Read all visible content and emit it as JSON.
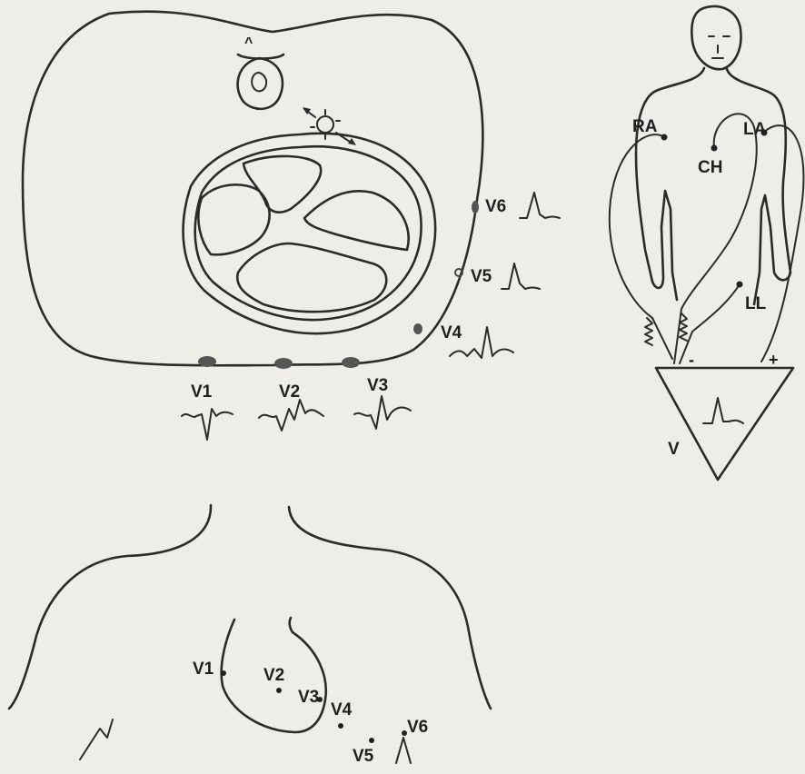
{
  "cross_section": {
    "labels": {
      "v1": "V1",
      "v2": "V2",
      "v3": "V3",
      "v4": "V4",
      "v5": "V5",
      "v6": "V6"
    }
  },
  "chest": {
    "labels": {
      "v1": "V1",
      "v2": "V2",
      "v3": "V3",
      "v4": "V4",
      "v5": "V5",
      "v6": "V6"
    }
  },
  "body": {
    "labels": {
      "ra": "RA",
      "la": "LA",
      "ch": "CH",
      "ll": "LL",
      "minus": "-",
      "plus": "+",
      "v": "V"
    }
  },
  "colors": {
    "ink": "#2b2b2b",
    "paper": "#efede8"
  }
}
